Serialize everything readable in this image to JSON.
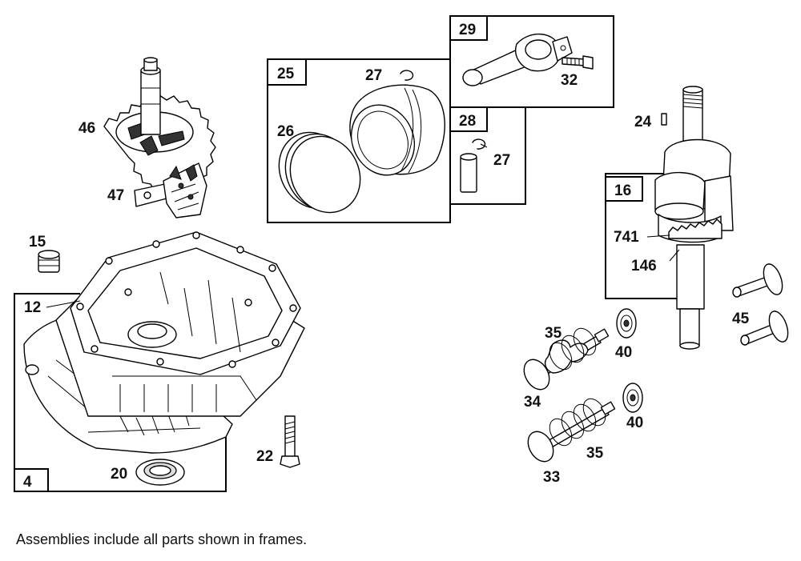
{
  "frames": {
    "f25": "25",
    "f29": "29",
    "f28": "28",
    "f16": "16",
    "f4": "4"
  },
  "callouts": {
    "c46": "46",
    "c47": "47",
    "c15": "15",
    "c12": "12",
    "c20": "20",
    "c22": "22",
    "c27a": "27",
    "c26": "26",
    "c32": "32",
    "c27b": "27",
    "c24": "24",
    "c741": "741",
    "c146": "146",
    "c45": "45",
    "c35a": "35",
    "c40a": "40",
    "c34": "34",
    "c40b": "40",
    "c35b": "35",
    "c33": "33"
  },
  "footer": "Assemblies include all parts shown in frames."
}
